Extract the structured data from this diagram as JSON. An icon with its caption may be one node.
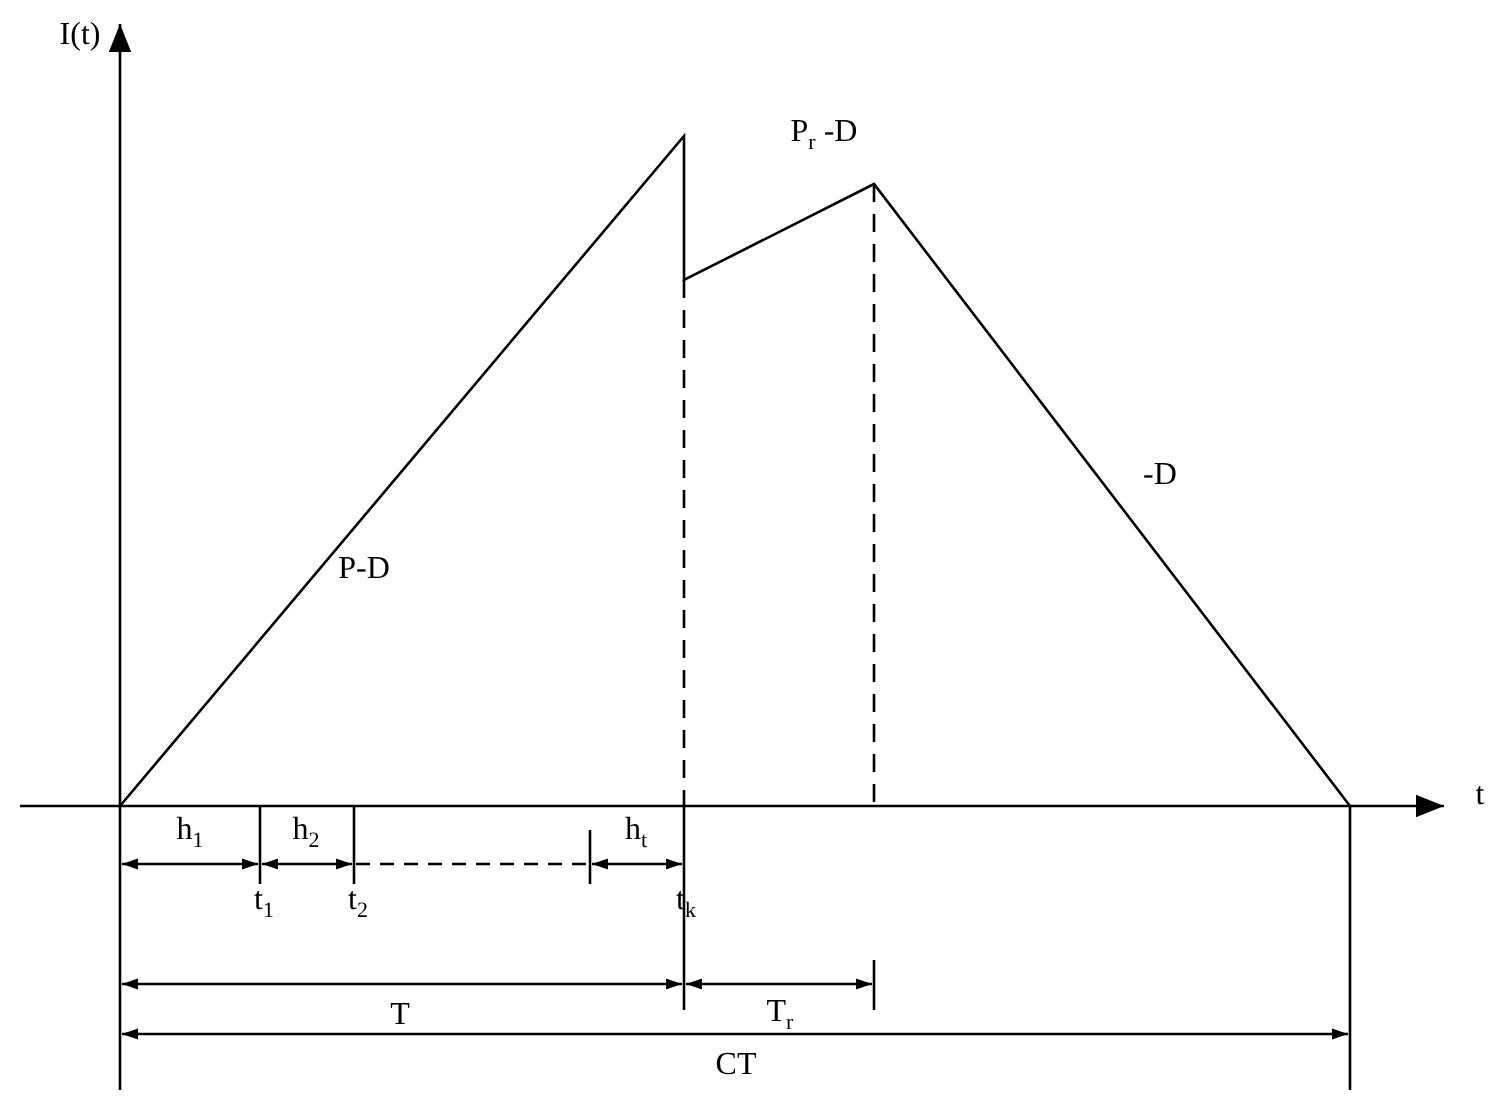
{
  "diagram": {
    "labels": [
      "I(t)",
      "P$_{r}$ -D",
      "P-D",
      "-D",
      "t",
      "h$_{1}$",
      "h$_{2}$",
      "h$_{t}$",
      "t$_{1}$",
      "t$_{2}$",
      "t$_{k}$",
      "T",
      "T$_{r}$",
      "CT"
    ]
  }
}
